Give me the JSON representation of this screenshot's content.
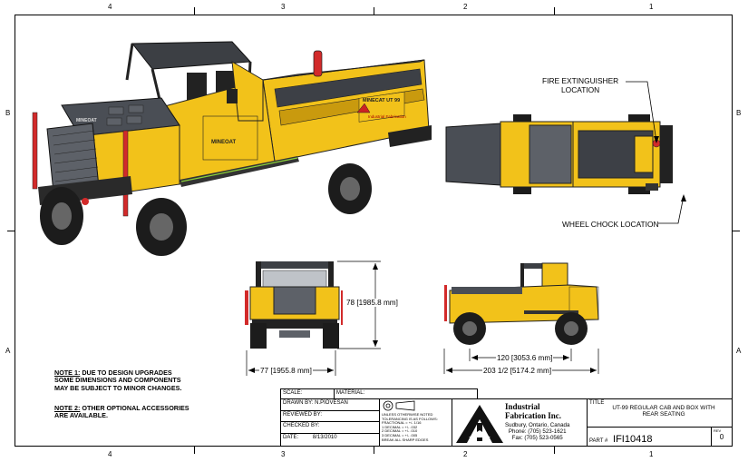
{
  "zones": {
    "top": [
      "4",
      "3",
      "2",
      "1"
    ],
    "bottom": [
      "4",
      "3",
      "2",
      "1"
    ],
    "left": [
      "B",
      "A"
    ],
    "right": [
      "B",
      "A"
    ]
  },
  "callouts": {
    "fire_extinguisher": "FIRE EXTINGUISHER LOCATION",
    "fire_extinguisher_line1": "FIRE EXTINGUISHER",
    "fire_extinguisher_line2": "LOCATION",
    "wheel_chock": "WHEEL CHOCK LOCATION"
  },
  "dimensions": {
    "front_height": "78 [1985.8 mm]",
    "front_width": "77 [1955.8 mm]",
    "wheelbase": "120 [3053.6 mm]",
    "overall_length": "203 1/2 [5174.2 mm]"
  },
  "decals": {
    "hood_brand": "MINEOAT",
    "side_brand": "MINEOAT",
    "box_logo": "Industrial Fabrication",
    "box_model": "MINECAT UT 99"
  },
  "notes": {
    "note1_label": "NOTE 1:",
    "note1_line1": " DUE TO DESIGN UPGRADES",
    "note1_line2": "SOME DIMENSIONS AND COMPONENTS",
    "note1_line3": "MAY BE SUBJECT TO MINOR CHANGES.",
    "note2_label": "NOTE 2:",
    "note2_line1": " OTHER OPTIONAL ACCESSORIES",
    "note2_line2": "ARE AVAILABLE."
  },
  "title_block": {
    "scale_label": "SCALE:",
    "material_label": "MATERIAL:",
    "drawn_by_label": "DRAWN BY:",
    "drawn_by_value": "N.PIOVESAN",
    "reviewed_by_label": "REVIEWED BY:",
    "checked_by_label": "CHECKED BY:",
    "date_label": "DATE:",
    "date_value": "8/13/2010",
    "tolerance_lines": [
      "UNLESS OTHERWISE NOTED",
      "TOLERANCING IS AS FOLLOWS:",
      "FRACTIONAL = +/- 1/16",
      "1 DECIMAL = +/- .032",
      "2 DECIMAL = +/- .010",
      "3 DECIMAL = +/- .005",
      "BREAK ALL SHARP EDGES"
    ],
    "company_name_line1": "Industrial",
    "company_name_line2": "Fabrication Inc.",
    "company_address": "Sudbury, Ontario, Canada",
    "company_phone": "Phone: (705) 523-1621",
    "company_fax": "Fax: (705) 523-0565",
    "title_label": "TITLE",
    "title_line1": "UT-99 REGULAR CAB AND BOX WITH",
    "title_line2": "REAR SEATING",
    "part_label": "PART #",
    "part_value": "IFI10418",
    "rev_label": "REV",
    "rev_value": "0"
  },
  "colors": {
    "body_yellow": "#f2c21a",
    "body_dark": "#c99a0e",
    "grey_panel": "#5d6168",
    "black": "#1a1a1a",
    "red": "#d22a2a"
  }
}
